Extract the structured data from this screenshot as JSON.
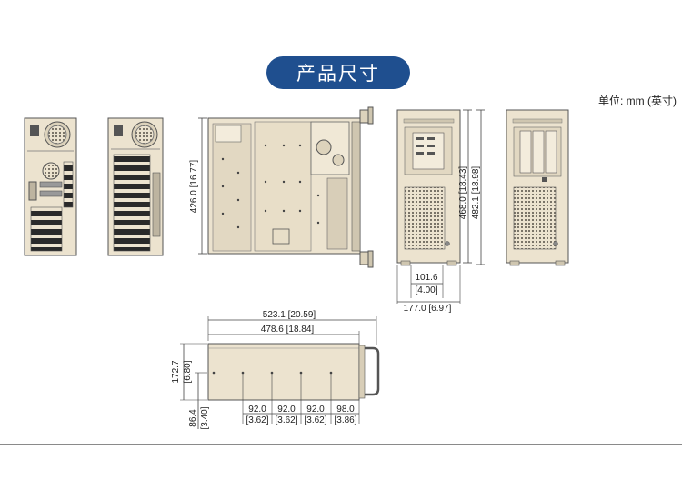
{
  "header": {
    "title": "产品尺寸",
    "unit_note": "单位: mm (英寸)"
  },
  "colors": {
    "title_bg": "#1f4f8f",
    "chassis_fill": "#ece3cf",
    "chassis_stroke": "#555555",
    "dim_line": "#444444"
  },
  "top_view": {
    "height_label": "426.0 [16.77]"
  },
  "front_view": {
    "height_inner_label": "468.0 [18.43]",
    "height_outer_label": "482.1 [18.98]",
    "width_inner_label": "101.6",
    "width_inner_inch": "[4.00]",
    "width_outer_label": "177.0 [6.97]"
  },
  "side_view": {
    "overall_length_label": "523.1 [20.59]",
    "body_length_label": "478.6 [18.84]",
    "height_label": "172.7",
    "height_inch": "[6.80]",
    "mount_offset_label": "86.4",
    "mount_offset_inch": "[3.40]",
    "spacings": [
      {
        "value": "92.0",
        "inch": "[3.62]"
      },
      {
        "value": "92.0",
        "inch": "[3.62]"
      },
      {
        "value": "92.0",
        "inch": "[3.62]"
      },
      {
        "value": "98.0",
        "inch": "[3.86]"
      }
    ]
  }
}
